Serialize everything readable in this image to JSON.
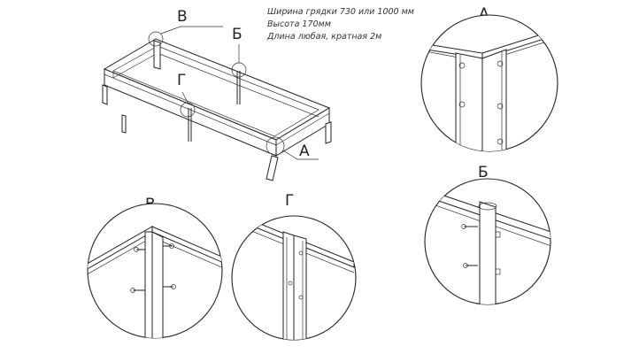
{
  "specs": {
    "width": "Ширина грядки 730 или 1000 мм",
    "height": "Высота 170мм",
    "length": "Длина любая, кратная 2м"
  },
  "callouts": {
    "a": "А",
    "b": "Б",
    "v": "В",
    "g": "Г"
  },
  "details": {
    "a": "А",
    "b": "Б",
    "v": "В",
    "g": "Г"
  }
}
